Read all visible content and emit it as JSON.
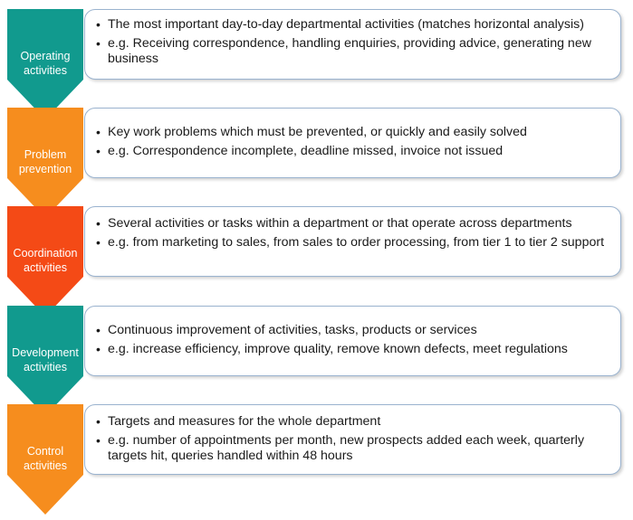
{
  "rows": [
    {
      "label": "Operating\nactivities",
      "color": "#119a8e",
      "bullets": [
        "The most important day-to-day departmental activities (matches horizontal analysis)",
        "e.g. Receiving correspondence, handling enquiries, providing advice, generating new business"
      ]
    },
    {
      "label": "Problem\nprevention",
      "color": "#f68d1e",
      "bullets": [
        "Key work problems which must be prevented, or quickly and easily solved",
        "e.g. Correspondence incomplete, deadline missed, invoice not issued"
      ]
    },
    {
      "label": "Coordination\nactivities",
      "color": "#f44a16",
      "bullets": [
        "Several activities or tasks within a department or that operate across departments",
        "e.g. from marketing to sales, from sales to order processing, from tier 1 to tier 2 support"
      ]
    },
    {
      "label": "Development\nactivities",
      "color": "#119a8e",
      "bullets": [
        "Continuous improvement of activities, tasks, products or services",
        "e.g. increase efficiency, improve quality, remove known defects, meet regulations"
      ]
    },
    {
      "label": "Control\nactivities",
      "color": "#f68d1e",
      "bullets": [
        "Targets and measures for the whole department",
        "e.g. number of appointments per month, new prospects added each week, quarterly targets hit, queries handled within 48 hours"
      ]
    }
  ]
}
